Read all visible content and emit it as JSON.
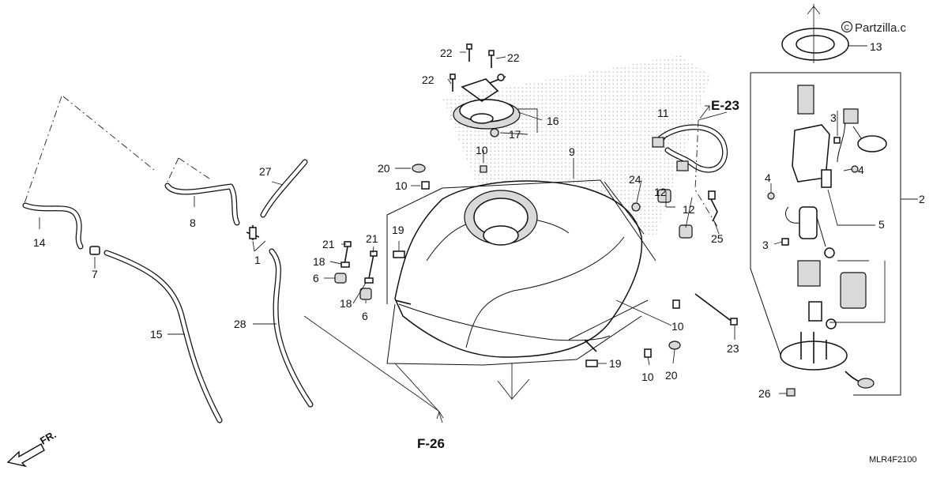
{
  "diagram": {
    "watermark": "Partzilla.c",
    "diagram_code": "MLR4F2100",
    "front_indicator": "FR.",
    "references": {
      "e23": "E-23",
      "f26": "F-26"
    },
    "callouts": {
      "c1": "1",
      "c2": "2",
      "c3a": "3",
      "c3b": "3",
      "c4a": "4",
      "c4b": "4",
      "c5": "5",
      "c6a": "6",
      "c6b": "6",
      "c7": "7",
      "c8": "8",
      "c9": "9",
      "c10a": "10",
      "c10b": "10",
      "c10c": "10",
      "c10d": "10",
      "c11": "11",
      "c12a": "12",
      "c12b": "12",
      "c13": "13",
      "c14": "14",
      "c15": "15",
      "c16": "16",
      "c17": "17",
      "c18a": "18",
      "c18b": "18",
      "c19a": "19",
      "c19b": "19",
      "c20a": "20",
      "c20b": "20",
      "c21a": "21",
      "c21b": "21",
      "c22a": "22",
      "c22b": "22",
      "c22c": "22",
      "c23": "23",
      "c24": "24",
      "c25": "25",
      "c26": "26",
      "c27": "27",
      "c28": "28"
    }
  }
}
